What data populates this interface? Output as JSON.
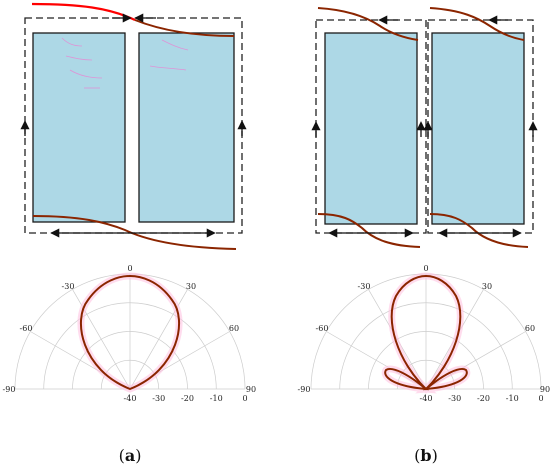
{
  "colors": {
    "cell_fill": "#add8e6",
    "cell_stroke": "#1a1a1a",
    "trace": "#8b2500",
    "trace_highlight": "#ff0000",
    "loop": "#222222",
    "grid": "#cccccc",
    "glow": "#ffc0e0"
  },
  "panels": [
    {
      "id": "a",
      "caption_open": "(",
      "caption_letter": "a",
      "caption_close": ")",
      "polar": {
        "angle_labels": [
          "0",
          "-30",
          "30",
          "-60",
          "60",
          "-90",
          "90"
        ],
        "radial_labels": [
          "-40",
          "-30",
          "-20",
          "-10",
          "0"
        ],
        "radial_range_db": [
          -40,
          0
        ],
        "pattern": "single-lobe"
      }
    },
    {
      "id": "b",
      "caption_open": "(",
      "caption_letter": "b",
      "caption_close": ")",
      "polar": {
        "angle_labels": [
          "0",
          "-30",
          "30",
          "-60",
          "60",
          "-90",
          "90"
        ],
        "radial_labels": [
          "-40",
          "-30",
          "-20",
          "-10",
          "0"
        ],
        "radial_range_db": [
          -40,
          0
        ],
        "pattern": "main-lobe-with-side-lobes"
      }
    }
  ]
}
